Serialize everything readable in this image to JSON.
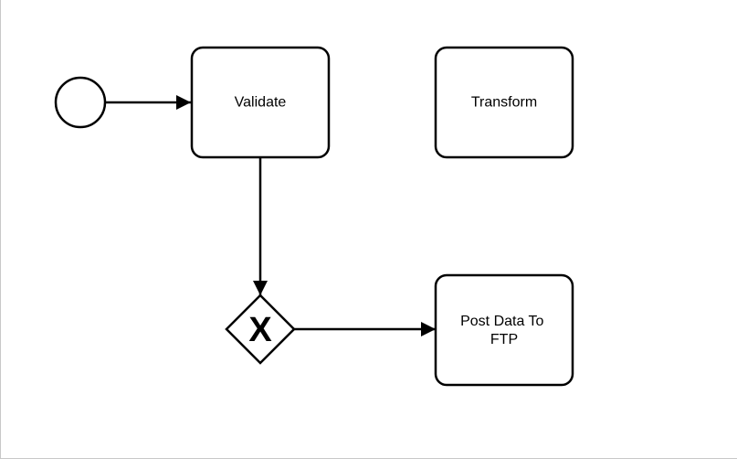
{
  "diagram": {
    "start_event": {},
    "tasks": {
      "validate": {
        "label": "Validate"
      },
      "transform": {
        "label": "Transform"
      },
      "post_data": {
        "label_line1": "Post Data To",
        "label_line2": "FTP"
      }
    },
    "gateway": {
      "marker": "X",
      "type": "exclusive-gateway"
    },
    "flows": [
      {
        "from": "start_event",
        "to": "validate"
      },
      {
        "from": "validate",
        "to": "gateway"
      },
      {
        "from": "gateway",
        "to": "post_data"
      }
    ],
    "colors": {
      "stroke": "#000000",
      "fill": "#ffffff",
      "frame": "#c8c8c8"
    }
  }
}
